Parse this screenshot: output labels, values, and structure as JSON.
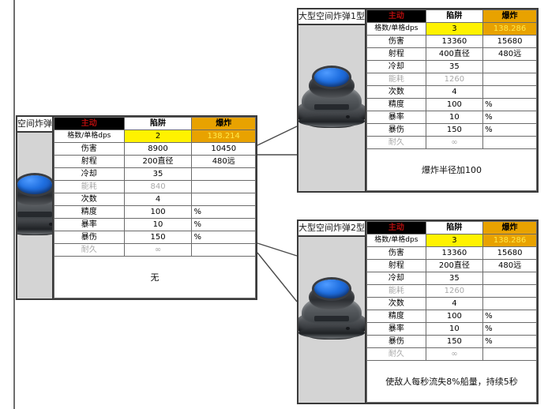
{
  "page": {
    "background_color": "#ffffff",
    "rule_color": "#6e6e6e"
  },
  "colors": {
    "header_active_bg": "#000000",
    "header_active_text": "#b10d0d",
    "header_trap_bg": "#ffffff",
    "header_boom_bg": "#E8A200",
    "highlight_yellow": "#FFF200",
    "dps_text": "#FFE84A",
    "muted_text": "#a9a9a9",
    "art_bg": "#d4d4d4",
    "border": "#3a3a3a"
  },
  "table_headers": {
    "active": "主动",
    "trap": "陷阱",
    "boom": "爆炸"
  },
  "row_labels": [
    "格数/单格dps",
    "伤害",
    "射程",
    "冷却",
    "能耗",
    "次数",
    "精度",
    "暴率",
    "暴伤",
    "耐久"
  ],
  "cards": [
    {
      "id": "space-bomb",
      "title": "空间炸弹",
      "icon": "space-bomb-icon",
      "rows": [
        {
          "label": "格数/单格dps",
          "trap": "2",
          "boom": "138.214",
          "style": "dps"
        },
        {
          "label": "伤害",
          "trap": "8900",
          "boom": "10450",
          "style": "normal"
        },
        {
          "label": "射程",
          "trap": "200直径",
          "boom": "480远",
          "style": "normal"
        },
        {
          "label": "冷却",
          "trap": "35",
          "boom": "",
          "style": "normal"
        },
        {
          "label": "能耗",
          "trap": "840",
          "boom": "",
          "style": "muted"
        },
        {
          "label": "次数",
          "trap": "4",
          "boom": "",
          "style": "normal"
        },
        {
          "label": "精度",
          "trap": "100",
          "boom": "%",
          "style": "unit"
        },
        {
          "label": "暴率",
          "trap": "10",
          "boom": "%",
          "style": "unit"
        },
        {
          "label": "暴伤",
          "trap": "150",
          "boom": "%",
          "style": "unit"
        },
        {
          "label": "耐久",
          "trap": "∞",
          "boom": "",
          "style": "muted"
        }
      ],
      "description": "无"
    },
    {
      "id": "large-space-bomb-1",
      "title": "大型空间炸弹1型",
      "icon": "space-bomb-icon",
      "rows": [
        {
          "label": "格数/单格dps",
          "trap": "3",
          "boom": "138.286",
          "style": "dps"
        },
        {
          "label": "伤害",
          "trap": "13360",
          "boom": "15680",
          "style": "normal"
        },
        {
          "label": "射程",
          "trap": "400直径",
          "boom": "480远",
          "style": "normal"
        },
        {
          "label": "冷却",
          "trap": "35",
          "boom": "",
          "style": "normal"
        },
        {
          "label": "能耗",
          "trap": "1260",
          "boom": "",
          "style": "muted"
        },
        {
          "label": "次数",
          "trap": "4",
          "boom": "",
          "style": "normal"
        },
        {
          "label": "精度",
          "trap": "100",
          "boom": "%",
          "style": "unit"
        },
        {
          "label": "暴率",
          "trap": "10",
          "boom": "%",
          "style": "unit"
        },
        {
          "label": "暴伤",
          "trap": "150",
          "boom": "%",
          "style": "unit"
        },
        {
          "label": "耐久",
          "trap": "∞",
          "boom": "",
          "style": "muted"
        }
      ],
      "description": "爆炸半径加100"
    },
    {
      "id": "large-space-bomb-2",
      "title": "大型空间炸弹2型",
      "icon": "space-bomb-icon",
      "rows": [
        {
          "label": "格数/单格dps",
          "trap": "3",
          "boom": "138.286",
          "style": "dps"
        },
        {
          "label": "伤害",
          "trap": "13360",
          "boom": "15680",
          "style": "normal"
        },
        {
          "label": "射程",
          "trap": "200直径",
          "boom": "480远",
          "style": "normal"
        },
        {
          "label": "冷却",
          "trap": "35",
          "boom": "",
          "style": "normal"
        },
        {
          "label": "能耗",
          "trap": "1260",
          "boom": "",
          "style": "muted"
        },
        {
          "label": "次数",
          "trap": "4",
          "boom": "",
          "style": "normal"
        },
        {
          "label": "精度",
          "trap": "100",
          "boom": "%",
          "style": "unit"
        },
        {
          "label": "暴率",
          "trap": "10",
          "boom": "%",
          "style": "unit"
        },
        {
          "label": "暴伤",
          "trap": "150",
          "boom": "%",
          "style": "unit"
        },
        {
          "label": "耐久",
          "trap": "∞",
          "boom": "",
          "style": "muted"
        }
      ],
      "description": "使敌人每秒流失8%船量，持续5秒"
    }
  ]
}
